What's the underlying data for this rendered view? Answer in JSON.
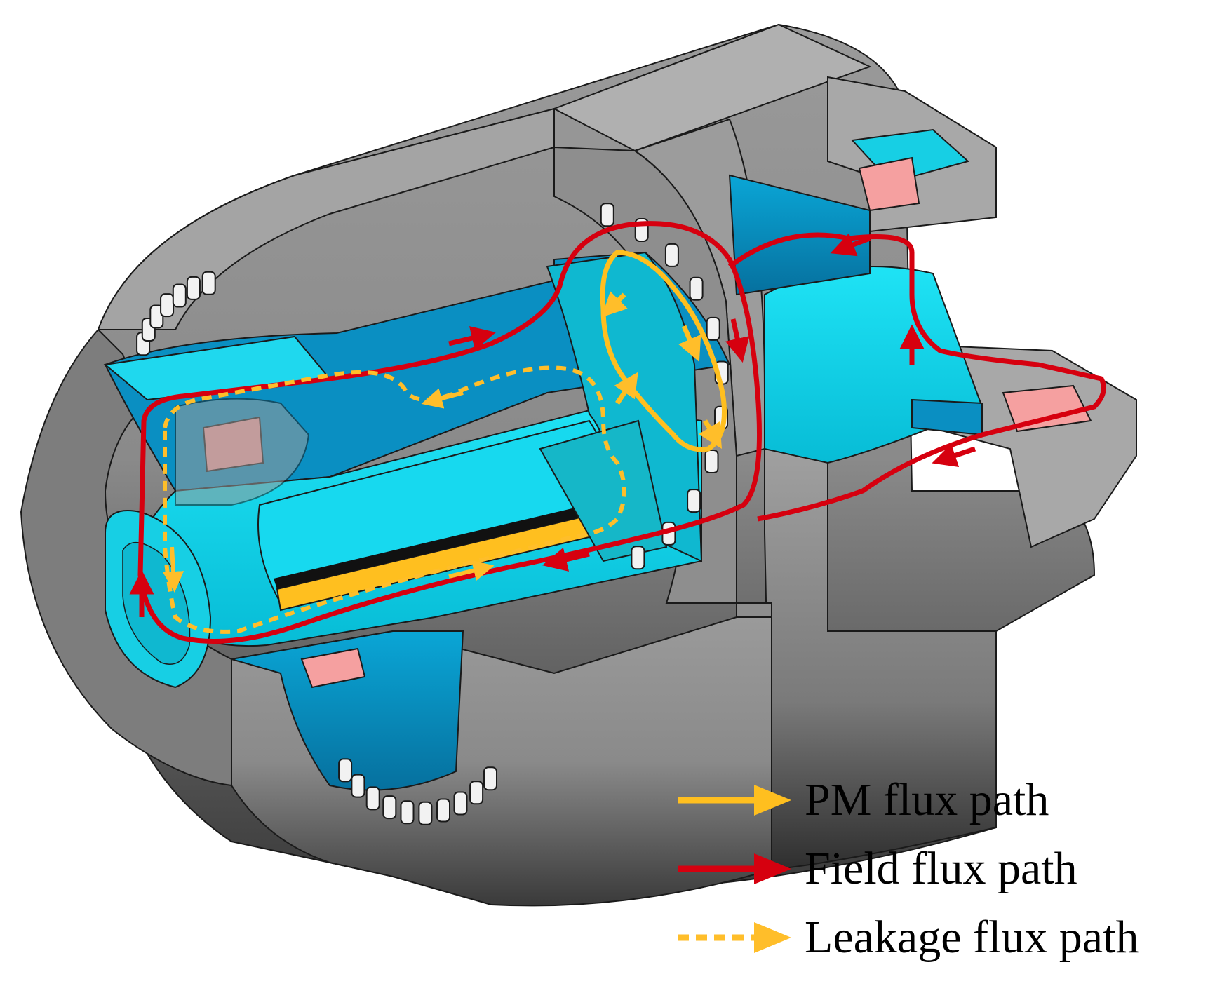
{
  "colors": {
    "housing_gray": "#8c8c8c",
    "housing_light": "#bdbdbd",
    "steel_cyan": "#12d8ee",
    "rotor_blue": "#0a8fc2",
    "coil_pink": "#f5a0a0",
    "pm_yellow": "#ffbf1f",
    "field_red": "#d6000f",
    "leakage_yellow": "#ffbe2a"
  },
  "legend": {
    "pm_label": "PM flux path",
    "field_label": "Field flux path",
    "leakage_label": "Leakage flux path"
  }
}
